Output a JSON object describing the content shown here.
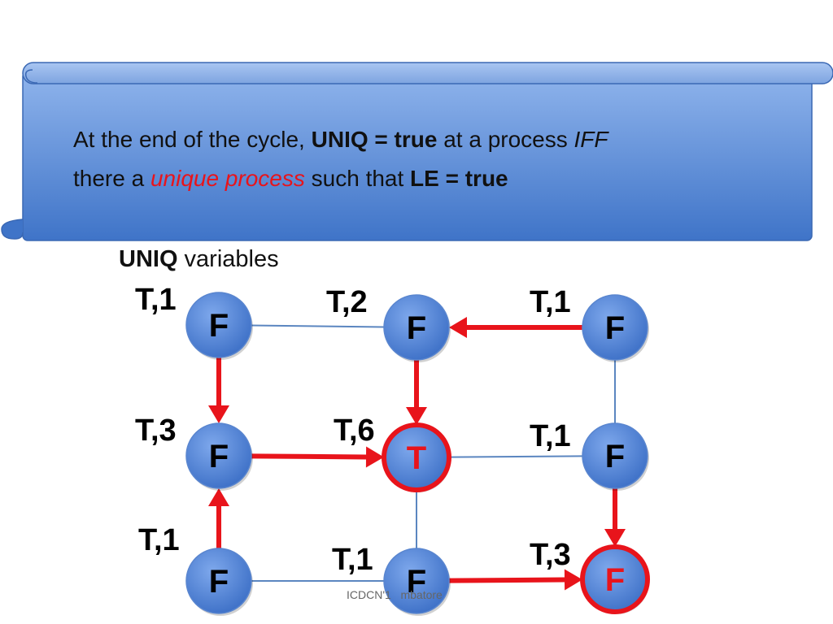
{
  "banner": {
    "part1": "At the end of the cycle, ",
    "bold1": "UNIQ = true",
    "part2": " at a process ",
    "italic1": "IFF",
    "part3": "there a ",
    "highlight": "unique process",
    "part4": " such that ",
    "bold2": "LE = true"
  },
  "vars_label": {
    "bold": "UNIQ",
    "rest": " variables"
  },
  "footer": "ICDCN'1",
  "footer_tail": "mbatore",
  "colors": {
    "node_fill": "#4a7fd4",
    "node_text": "#000000",
    "highlight_red": "#e8141b",
    "edge_blue": "#5b86c0",
    "banner_light": "#8fb4ec",
    "banner_dark": "#4577c9"
  },
  "graph": {
    "nodes": [
      {
        "id": "n1",
        "value": "F",
        "pair": "T,1",
        "highlight": false
      },
      {
        "id": "n2",
        "value": "F",
        "pair": "T,2",
        "highlight": false
      },
      {
        "id": "n3",
        "value": "F",
        "pair": "T,1",
        "highlight": false
      },
      {
        "id": "n4",
        "value": "F",
        "pair": "T,3",
        "highlight": false
      },
      {
        "id": "n5",
        "value": "T",
        "pair": "T,6",
        "highlight": true
      },
      {
        "id": "n6",
        "value": "F",
        "pair": "T,1",
        "highlight": false
      },
      {
        "id": "n7",
        "value": "F",
        "pair": "T,1",
        "highlight": false
      },
      {
        "id": "n8",
        "value": "F",
        "pair": "T,1",
        "highlight": false
      },
      {
        "id": "n9",
        "value": "F",
        "pair": "T,3",
        "highlight": true
      }
    ],
    "edges": [
      {
        "from": "n1",
        "to": "n2",
        "directed": false
      },
      {
        "from": "n3",
        "to": "n2",
        "directed": true
      },
      {
        "from": "n1",
        "to": "n4",
        "directed": true
      },
      {
        "from": "n2",
        "to": "n5",
        "directed": true
      },
      {
        "from": "n3",
        "to": "n6",
        "directed": false
      },
      {
        "from": "n4",
        "to": "n5",
        "directed": true
      },
      {
        "from": "n5",
        "to": "n6",
        "directed": false
      },
      {
        "from": "n6",
        "to": "n9",
        "directed": true
      },
      {
        "from": "n7",
        "to": "n4",
        "directed": true
      },
      {
        "from": "n5",
        "to": "n8",
        "directed": false
      },
      {
        "from": "n7",
        "to": "n8",
        "directed": false
      },
      {
        "from": "n8",
        "to": "n9",
        "directed": true
      }
    ]
  }
}
